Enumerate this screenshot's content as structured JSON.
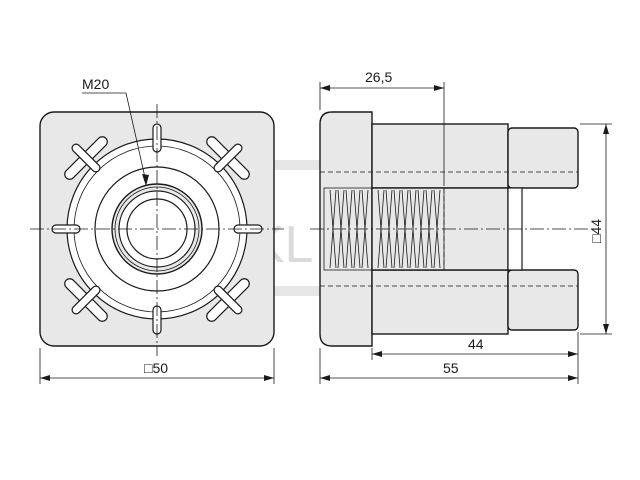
{
  "drawing": {
    "front_view": {
      "thread_label": "M20",
      "width_label": "□50"
    },
    "side_view": {
      "insert_depth_label": "26,5",
      "shank_length_label": "44",
      "total_length_label": "55",
      "shank_width_label": "□44"
    },
    "watermark": {
      "text": "lechtKL"
    }
  }
}
